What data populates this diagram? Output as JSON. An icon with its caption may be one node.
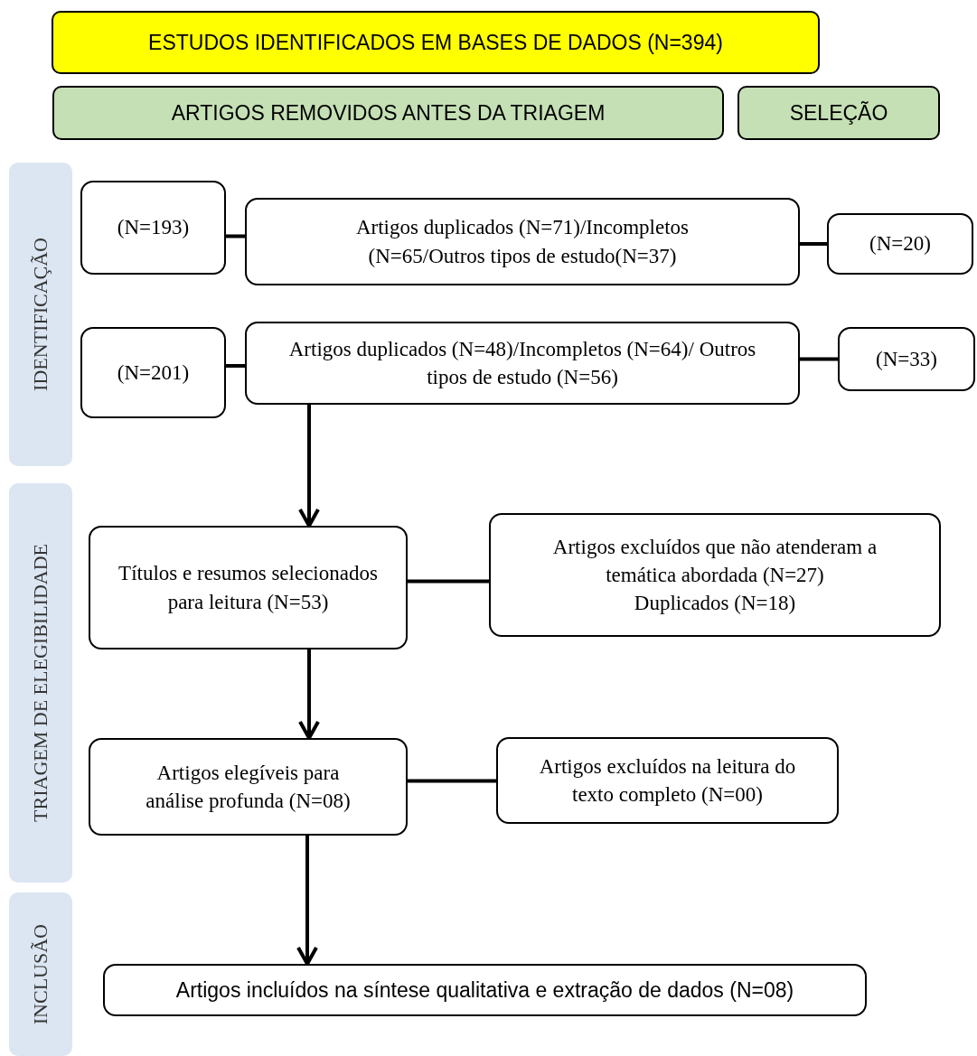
{
  "diagram": {
    "nodes": [
      {
        "text": [
          "ESTUDOS IDENTIFICADOS EM BASES DE DADOS (N=394)"
        ]
      },
      {
        "text": [
          "ARTIGOS REMOVIDOS ANTES DA TRIAGEM"
        ]
      },
      {
        "text": [
          "SELEÇÃO"
        ]
      },
      {
        "text": [
          "IDENTIFICAÇÃO"
        ]
      },
      {
        "text": [
          "TRIAGEM DE ELEGIBILIDADE"
        ]
      },
      {
        "text": [
          "INCLUSÃO"
        ]
      },
      {
        "text": [
          "(N=193)"
        ]
      },
      {
        "text": [
          "Artigos duplicados (N=71)/Incompletos (N=65/Outros tipos de estudo(N=37)"
        ]
      },
      {
        "text": [
          "(N=20)"
        ]
      },
      {
        "text": [
          "(N=201)"
        ]
      },
      {
        "text": [
          "Artigos duplicados (N=48)/Incompletos (N=64)/ Outros tipos de estudo (N=56)"
        ]
      },
      {
        "text": [
          "(N=33)"
        ]
      },
      {
        "text": [
          "Títulos e resumos selecionados para leitura (N=53)"
        ]
      },
      {
        "text": [
          "Artigos excluídos que não atenderam a temática abordada (N=27)",
          "Duplicados (N=18)"
        ]
      },
      {
        "text": [
          "Artigos elegíveis para análise profunda (N=08)"
        ]
      },
      {
        "text": [
          "Artigos excluídos na leitura do texto completo (N=00)"
        ]
      },
      {
        "text": [
          "Artigos incluídos na síntese qualitativa e extração de dados (N=08)"
        ]
      }
    ],
    "edges": [
      {
        "from": 6,
        "to": 7,
        "arrow": "none"
      },
      {
        "from": 7,
        "to": 8,
        "arrow": "none"
      },
      {
        "from": 9,
        "to": 10,
        "arrow": "none"
      },
      {
        "from": 10,
        "to": 11,
        "arrow": "none"
      },
      {
        "from": 10,
        "to": 12,
        "arrow": "to"
      },
      {
        "from": 12,
        "to": 13,
        "arrow": "none"
      },
      {
        "from": 12,
        "to": 14,
        "arrow": "to"
      },
      {
        "from": 14,
        "to": 15,
        "arrow": "none"
      },
      {
        "from": 14,
        "to": 16,
        "arrow": "to"
      }
    ]
  }
}
